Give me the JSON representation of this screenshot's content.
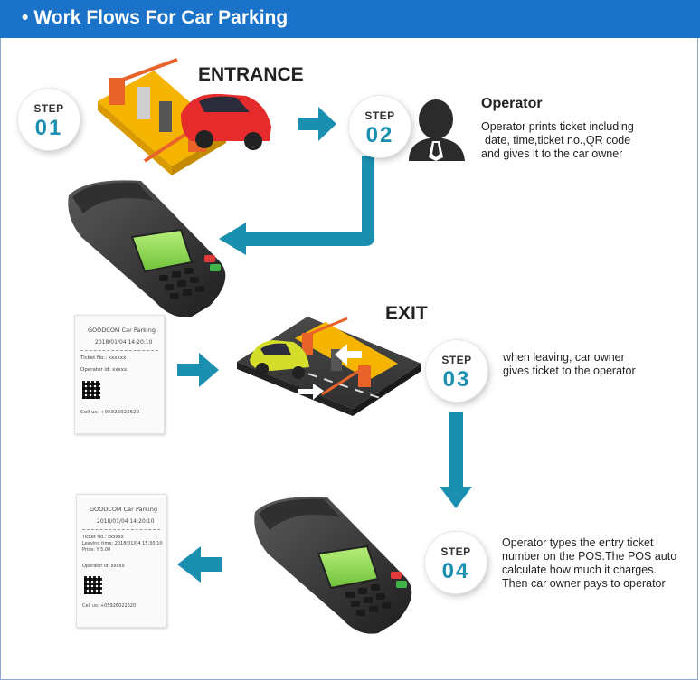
{
  "header": {
    "bullet": "•",
    "title": "Work Flows For Car Parking"
  },
  "colors": {
    "header": "#1a73c9",
    "arrow": "#1a8fb0",
    "step_number": "#1a8fb0"
  },
  "entrance": {
    "heading": "ENTRANCE"
  },
  "exit": {
    "heading": "EXIT"
  },
  "steps": [
    {
      "label": "STEP",
      "number": "01"
    },
    {
      "label": "STEP",
      "number": "02"
    },
    {
      "label": "STEP",
      "number": "03"
    },
    {
      "label": "STEP",
      "number": "04"
    }
  ],
  "operator": {
    "title": "Operator",
    "lines": [
      "Operator prints ticket including",
      "date, time,ticket no.,QR code",
      "and gives it to the car owner"
    ]
  },
  "step3_desc": {
    "lines": [
      "when leaving, car owner",
      "gives ticket to the operator"
    ]
  },
  "step4_desc": {
    "lines": [
      "Operator types the entry ticket",
      "number on the POS.The POS auto",
      "calculate how much it charges.",
      "Then car owner pays to operator"
    ]
  },
  "ticket1": {
    "title": "GOODCOM Car Parking",
    "datetime": "2018/01/04   14:20:10",
    "ticket_no": "Ticket No.: xxxxxx",
    "operator": "Operator id: xxxxx",
    "cell": "Cell us: +05926022620"
  },
  "ticket2": {
    "title": "GOODCOM Car Parking",
    "datetime": "2018/01/04   14:20:10",
    "ticket_no": "Ticket No.: xxxxxx",
    "leaving": "Leaving time: 2018/01/04   15:30:10",
    "price": "Price:  Y 5.00",
    "operator": "Operator id: xxxxx",
    "cell": "Cell us: +05926022620"
  }
}
